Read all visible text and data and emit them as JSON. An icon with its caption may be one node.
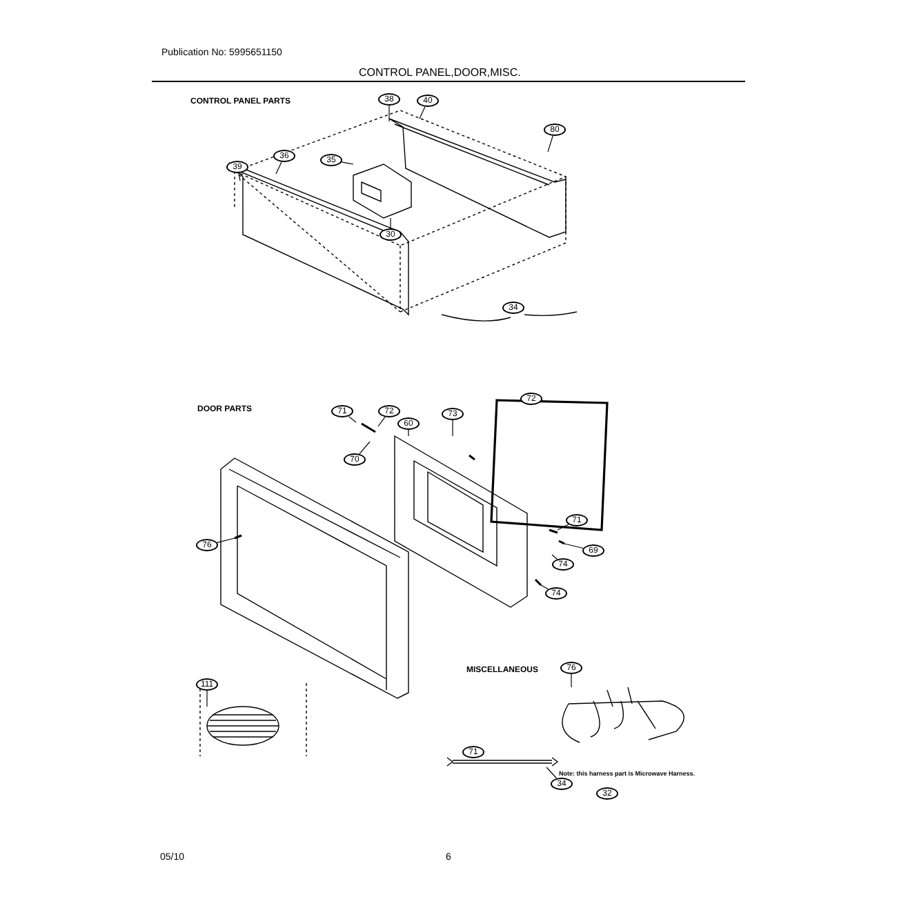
{
  "diagram": {
    "title": "CONTROL PANEL,DOOR,MISC.",
    "nodes": [
      {
        "text": [
          "38"
        ]
      },
      {
        "text": [
          "40"
        ]
      },
      {
        "text": [
          "80"
        ]
      },
      {
        "text": [
          "36"
        ]
      },
      {
        "text": [
          "39"
        ]
      },
      {
        "text": [
          "35"
        ]
      },
      {
        "text": [
          "30"
        ]
      },
      {
        "text": [
          "71"
        ]
      },
      {
        "text": [
          "72"
        ]
      },
      {
        "text": [
          "70"
        ]
      },
      {
        "text": [
          "60"
        ]
      },
      {
        "text": [
          "73"
        ]
      },
      {
        "text": [
          "76"
        ]
      },
      {
        "text": [
          "71"
        ]
      },
      {
        "text": [
          "69"
        ]
      },
      {
        "text": [
          "74"
        ]
      },
      {
        "text": [
          "74"
        ]
      },
      {
        "text": [
          "111"
        ]
      },
      {
        "text": [
          "76"
        ]
      },
      {
        "text": [
          "34"
        ]
      },
      {
        "text": [],
        "shape": "picture"
      },
      {
        "text": [],
        "shape": "picture"
      },
      {
        "text": [],
        "shape": "picture"
      },
      {
        "text": [],
        "shape": "picture"
      },
      {
        "text": [],
        "shape": "picture"
      },
      {
        "text": [],
        "shape": "picture"
      },
      {
        "text": [],
        "shape": "picture"
      },
      {
        "text": [],
        "shape": "picture"
      }
    ],
    "edges": [
      {
        "from": 0,
        "to": null,
        "arrow": "none"
      },
      {
        "from": 1,
        "to": null,
        "arrow": "none"
      },
      {
        "from": 2,
        "to": null,
        "arrow": "none"
      },
      {
        "from": 3,
        "to": null,
        "arrow": "none"
      },
      {
        "from": 4,
        "to": null,
        "arrow": "none"
      },
      {
        "from": 5,
        "to": 20,
        "arrow": "none"
      },
      {
        "from": 6,
        "to": 20,
        "arrow": "none"
      },
      {
        "from": 7,
        "to": null,
        "arrow": "none"
      },
      {
        "from": 8,
        "to": null,
        "arrow": "none"
      },
      {
        "from": 9,
        "to": null,
        "arrow": "none"
      },
      {
        "from": 10,
        "to": 21,
        "arrow": "none"
      },
      {
        "from": 11,
        "to": 21,
        "arrow": "none"
      },
      {
        "from": 12,
        "to": 22,
        "arrow": "none"
      },
      {
        "from": 13,
        "to": 23,
        "arrow": "none"
      },
      {
        "from": 14,
        "to": 24,
        "arrow": "none"
      },
      {
        "from": 15,
        "to": null,
        "arrow": "none"
      },
      {
        "from": 16,
        "to": 25,
        "arrow": "none"
      },
      {
        "from": 17,
        "to": 26,
        "arrow": "none"
      },
      {
        "from": 18,
        "to": 27,
        "arrow": "none"
      },
      {
        "from": 19,
        "to": null,
        "arrow": "none"
      }
    ],
    "labels": [
      "Publication No: 5995651150",
      "CONTROL PANEL PARTS",
      "34",
      "DOOR PARTS",
      "72",
      "MISCELLANEOUS",
      "71",
      "Note: this harness part is Microwave Harness.",
      "32",
      "05/10",
      "6"
    ]
  }
}
